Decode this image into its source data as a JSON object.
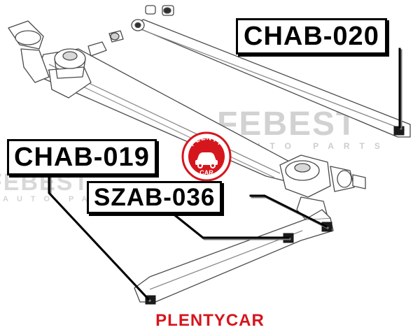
{
  "labels": {
    "chab_020": "CHAB-020",
    "chab_019": "CHAB-019",
    "szab_036": "SZAB-036"
  },
  "watermark": {
    "brand": "FEBEST",
    "subtitle": "AUTO PARTS"
  },
  "logo": {
    "top_text": "PLENTY",
    "bottom_text": "CAR",
    "color": "#d6161d"
  },
  "footer": {
    "brand": "PLENTYCAR",
    "color": "#d6161d"
  },
  "colors": {
    "line": "#000000",
    "watermark": "#c8c8c8"
  }
}
